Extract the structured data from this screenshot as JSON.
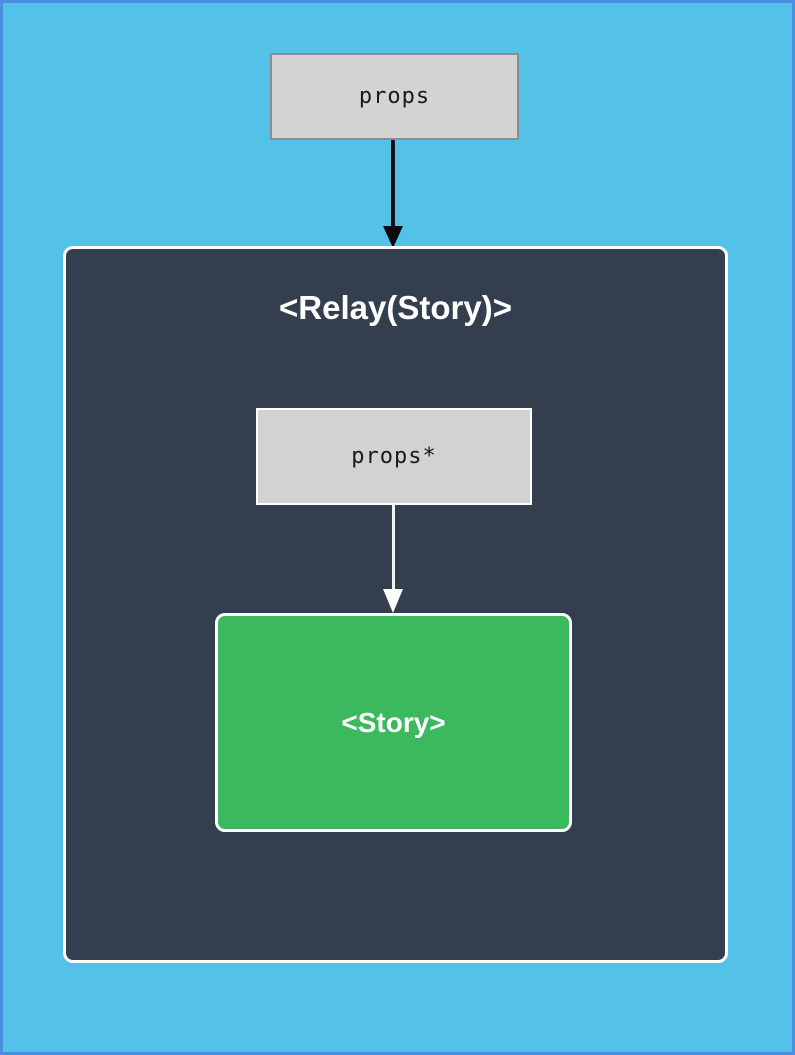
{
  "diagram": {
    "type": "component-data-flow",
    "outer_input": {
      "label": "props"
    },
    "relay_container": {
      "title": "<Relay(Story)>",
      "inner_input": {
        "label": "props*"
      },
      "child_component": {
        "label": "<Story>"
      }
    },
    "arrows": [
      {
        "name": "props-to-relay",
        "direction": "down",
        "color": "#0a0a0a"
      },
      {
        "name": "props-to-story",
        "direction": "down",
        "color": "#ffffff"
      }
    ],
    "colors": {
      "page_background": "#54c1e8",
      "page_border": "#4a8fe2",
      "container_background": "#333f4f",
      "container_border": "#ffffff",
      "props_box_background": "#d4d4d4",
      "props_box_border": "#8c8c8c",
      "inner_props_box_border": "#ffffff",
      "story_box_background": "#3cb85e",
      "story_box_border": "#ffffff",
      "title_text": "#ffffff"
    }
  }
}
